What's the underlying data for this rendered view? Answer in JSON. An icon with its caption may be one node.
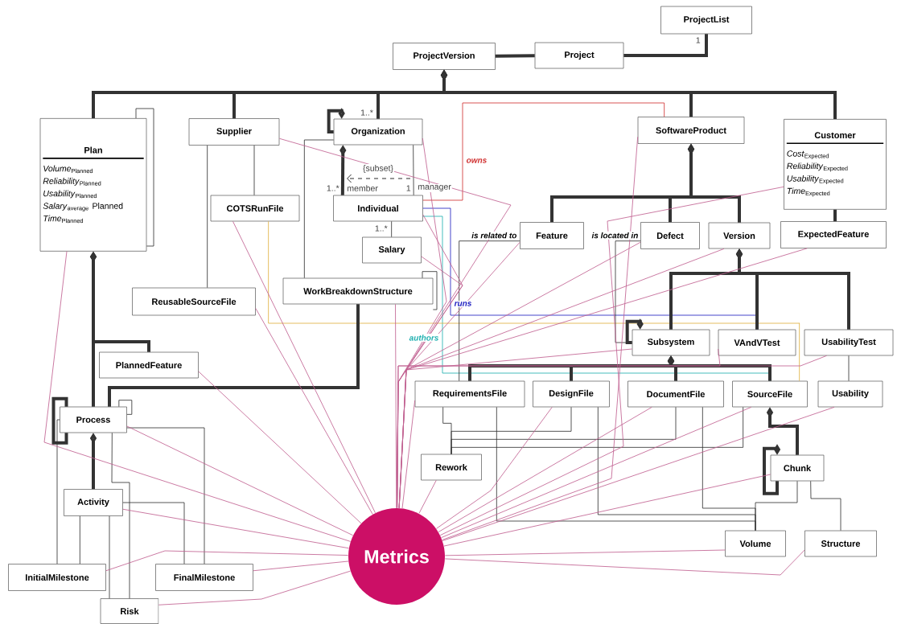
{
  "diagram": {
    "nodes": [
      {
        "text": [
          "ProjectList"
        ]
      },
      {
        "text": [
          "ProjectVersion"
        ]
      },
      {
        "text": [
          "Project"
        ]
      },
      {
        "text": [
          "Plan",
          "*Volume*$_{Planned}$",
          "*Reliability*$_{Planned}$",
          "*Usability*$_{Planned}$",
          "*Salary*$_{average}$ Planned",
          "*Time*$_{Planned}$"
        ]
      },
      {
        "text": [
          "Supplier"
        ]
      },
      {
        "text": [
          "Organization"
        ]
      },
      {
        "text": [
          "SoftwareProduct"
        ]
      },
      {
        "text": [
          "Customer",
          "*Cost*$_{Expected}$",
          "*Reliability*$_{Expected}$",
          "*Usability*$_{Expected}$",
          "*Time*$_{Expected}$"
        ]
      },
      {
        "text": [
          "COTSRunFile"
        ]
      },
      {
        "text": [
          "Individual"
        ]
      },
      {
        "text": [
          "Salary"
        ]
      },
      {
        "text": [
          "Feature"
        ]
      },
      {
        "text": [
          "Defect"
        ]
      },
      {
        "text": [
          "Version"
        ]
      },
      {
        "text": [
          "ExpectedFeature"
        ]
      },
      {
        "text": [
          "ReusableSourceFile"
        ]
      },
      {
        "text": [
          "WorkBreakdownStructure"
        ]
      },
      {
        "text": [
          "Subsystem"
        ]
      },
      {
        "text": [
          "VAndVTest"
        ]
      },
      {
        "text": [
          "UsabilityTest"
        ]
      },
      {
        "text": [
          "PlannedFeature"
        ]
      },
      {
        "text": [
          "RequirementsFile"
        ]
      },
      {
        "text": [
          "DesignFile"
        ]
      },
      {
        "text": [
          "DocumentFile"
        ]
      },
      {
        "text": [
          "SourceFile"
        ]
      },
      {
        "text": [
          "Usability"
        ]
      },
      {
        "text": [
          "Process"
        ]
      },
      {
        "text": [
          "Rework"
        ]
      },
      {
        "text": [
          "Chunk"
        ]
      },
      {
        "text": [
          "Activity"
        ]
      },
      {
        "text": [
          "Metrics"
        ]
      },
      {
        "text": [
          "Volume"
        ]
      },
      {
        "text": [
          "Structure"
        ]
      },
      {
        "text": [
          "InitialMilestone"
        ]
      },
      {
        "text": [
          "FinalMilestone"
        ]
      },
      {
        "text": [
          "Risk"
        ]
      }
    ],
    "edges": [
      {
        "from": 1,
        "to": 2,
        "arrow": "none",
        "style": "thick"
      },
      {
        "from": 2,
        "to": 0,
        "arrow": "none",
        "style": "thick"
      },
      {
        "from": 1,
        "to": 3,
        "arrow": "other",
        "style": "thick"
      },
      {
        "from": 1,
        "to": 4,
        "arrow": "other",
        "style": "thick"
      },
      {
        "from": 1,
        "to": 5,
        "arrow": "other",
        "style": "thick"
      },
      {
        "from": 1,
        "to": 6,
        "arrow": "other",
        "style": "thick"
      },
      {
        "from": 1,
        "to": 7,
        "arrow": "other",
        "style": "thick"
      },
      {
        "from": 3,
        "to": 3,
        "arrow": "none"
      },
      {
        "from": 5,
        "to": 5,
        "arrow": "other",
        "style": "thick"
      },
      {
        "from": 5,
        "to": 9,
        "arrow": "other",
        "style": "thick"
      },
      {
        "from": 5,
        "to": 9,
        "arrow": "none"
      },
      {
        "from": 9,
        "to": 10,
        "arrow": "none"
      },
      {
        "from": 5,
        "to": 16,
        "arrow": "none"
      },
      {
        "from": 4,
        "to": 8,
        "arrow": "none"
      },
      {
        "from": 4,
        "to": 15,
        "arrow": "none"
      },
      {
        "from": 9,
        "to": 6,
        "arrow": "none",
        "color": "#d03030",
        "label": "owns"
      },
      {
        "from": 9,
        "to": 24,
        "arrow": "none",
        "color": "#20b0b0",
        "label": "authors"
      },
      {
        "from": 9,
        "to": 18,
        "arrow": "none",
        "color": "#2020c0",
        "label": "runs"
      },
      {
        "from": 8,
        "to": 24,
        "arrow": "none",
        "color": "#e0b040"
      },
      {
        "from": 6,
        "to": 11,
        "arrow": "other",
        "style": "thick"
      },
      {
        "from": 6,
        "to": 12,
        "arrow": "other",
        "style": "thick"
      },
      {
        "from": 6,
        "to": 13,
        "arrow": "other",
        "style": "thick"
      },
      {
        "from": 7,
        "to": 14,
        "arrow": "none",
        "style": "thick"
      },
      {
        "from": 11,
        "to": 21,
        "arrow": "none",
        "label": "is related to"
      },
      {
        "from": 12,
        "to": 17,
        "arrow": "none",
        "label": "is located in"
      },
      {
        "from": 13,
        "to": 17,
        "arrow": "other",
        "style": "thick"
      },
      {
        "from": 13,
        "to": 18,
        "arrow": "other",
        "style": "thick"
      },
      {
        "from": 13,
        "to": 19,
        "arrow": "other",
        "style": "thick"
      },
      {
        "from": 17,
        "to": 17,
        "arrow": "other",
        "style": "thick"
      },
      {
        "from": 17,
        "to": 21,
        "arrow": "other",
        "style": "thick"
      },
      {
        "from": 17,
        "to": 22,
        "arrow": "other",
        "style": "thick"
      },
      {
        "from": 17,
        "to": 23,
        "arrow": "other",
        "style": "thick"
      },
      {
        "from": 17,
        "to": 24,
        "arrow": "other",
        "style": "thick"
      },
      {
        "from": 19,
        "to": 25,
        "arrow": "none"
      },
      {
        "from": 24,
        "to": 28,
        "arrow": "other",
        "style": "thick"
      },
      {
        "from": 28,
        "to": 28,
        "arrow": "other",
        "style": "thick"
      },
      {
        "from": 28,
        "to": 31,
        "arrow": "none"
      },
      {
        "from": 28,
        "to": 32,
        "arrow": "none"
      },
      {
        "from": 21,
        "to": 27,
        "arrow": "none"
      },
      {
        "from": 22,
        "to": 27,
        "arrow": "none"
      },
      {
        "from": 23,
        "to": 27,
        "arrow": "none"
      },
      {
        "from": 24,
        "to": 27,
        "arrow": "none"
      },
      {
        "from": 21,
        "to": 31,
        "arrow": "none"
      },
      {
        "from": 22,
        "to": 31,
        "arrow": "none"
      },
      {
        "from": 23,
        "to": 31,
        "arrow": "none"
      },
      {
        "from": 3,
        "to": 20,
        "arrow": "other",
        "style": "thick"
      },
      {
        "from": 3,
        "to": 26,
        "arrow": "other",
        "style": "thick"
      },
      {
        "from": 26,
        "to": 16,
        "arrow": "none",
        "style": "thick"
      },
      {
        "from": 26,
        "to": 26,
        "arrow": "none",
        "style": "thick"
      },
      {
        "from": 26,
        "to": 26,
        "arrow": "none"
      },
      {
        "from": 16,
        "to": 16,
        "arrow": "none"
      },
      {
        "from": 26,
        "to": 29,
        "arrow": "other",
        "style": "thick"
      },
      {
        "from": 26,
        "to": 33,
        "arrow": "none"
      },
      {
        "from": 26,
        "to": 34,
        "arrow": "none"
      },
      {
        "from": 26,
        "to": 35,
        "arrow": "none"
      },
      {
        "from": 29,
        "to": 33,
        "arrow": "none"
      },
      {
        "from": 29,
        "to": 34,
        "arrow": "none"
      },
      {
        "from": 29,
        "to": 35,
        "arrow": "none"
      },
      {
        "from": 30,
        "to": 3,
        "arrow": "none",
        "color": "#c06090"
      },
      {
        "from": 30,
        "to": 4,
        "arrow": "none",
        "color": "#c06090"
      },
      {
        "from": 30,
        "to": 5,
        "arrow": "none",
        "color": "#c06090"
      },
      {
        "from": 30,
        "to": 6,
        "arrow": "none",
        "color": "#c06090"
      },
      {
        "from": 30,
        "to": 7,
        "arrow": "none",
        "color": "#c06090"
      },
      {
        "from": 30,
        "to": 8,
        "arrow": "none",
        "color": "#c06090"
      },
      {
        "from": 30,
        "to": 9,
        "arrow": "none",
        "color": "#c06090"
      },
      {
        "from": 30,
        "to": 10,
        "arrow": "none",
        "color": "#c06090"
      },
      {
        "from": 30,
        "to": 11,
        "arrow": "none",
        "color": "#c06090"
      },
      {
        "from": 30,
        "to": 12,
        "arrow": "none",
        "color": "#c06090"
      },
      {
        "from": 30,
        "to": 13,
        "arrow": "none",
        "color": "#c06090"
      },
      {
        "from": 30,
        "to": 14,
        "arrow": "none",
        "color": "#c06090"
      },
      {
        "from": 30,
        "to": 15,
        "arrow": "none",
        "color": "#c06090"
      },
      {
        "from": 30,
        "to": 16,
        "arrow": "none",
        "color": "#c06090"
      },
      {
        "from": 30,
        "to": 17,
        "arrow": "none",
        "color": "#c06090"
      },
      {
        "from": 30,
        "to": 18,
        "arrow": "none",
        "color": "#c06090"
      },
      {
        "from": 30,
        "to": 19,
        "arrow": "none",
        "color": "#c06090"
      },
      {
        "from": 30,
        "to": 20,
        "arrow": "none",
        "color": "#c06090"
      },
      {
        "from": 30,
        "to": 21,
        "arrow": "none",
        "color": "#c06090"
      },
      {
        "from": 30,
        "to": 22,
        "arrow": "none",
        "color": "#c06090"
      },
      {
        "from": 30,
        "to": 23,
        "arrow": "none",
        "color": "#c06090"
      },
      {
        "from": 30,
        "to": 24,
        "arrow": "none",
        "color": "#c06090"
      },
      {
        "from": 30,
        "to": 25,
        "arrow": "none",
        "color": "#c06090"
      },
      {
        "from": 30,
        "to": 26,
        "arrow": "none",
        "color": "#c06090"
      },
      {
        "from": 30,
        "to": 27,
        "arrow": "none",
        "color": "#c06090"
      },
      {
        "from": 30,
        "to": 28,
        "arrow": "none",
        "color": "#c06090"
      },
      {
        "from": 30,
        "to": 29,
        "arrow": "none",
        "color": "#c06090"
      },
      {
        "from": 30,
        "to": 31,
        "arrow": "none",
        "color": "#c06090"
      },
      {
        "from": 30,
        "to": 32,
        "arrow": "none",
        "color": "#c06090"
      },
      {
        "from": 30,
        "to": 33,
        "arrow": "none",
        "color": "#c06090"
      },
      {
        "from": 30,
        "to": 34,
        "arrow": "none",
        "color": "#c06090"
      },
      {
        "from": 30,
        "to": 35,
        "arrow": "none",
        "color": "#c06090"
      }
    ],
    "labels": [
      "1",
      "1..*",
      "{subset}",
      "1..*",
      "member",
      "1",
      "manager",
      "1..*"
    ]
  }
}
